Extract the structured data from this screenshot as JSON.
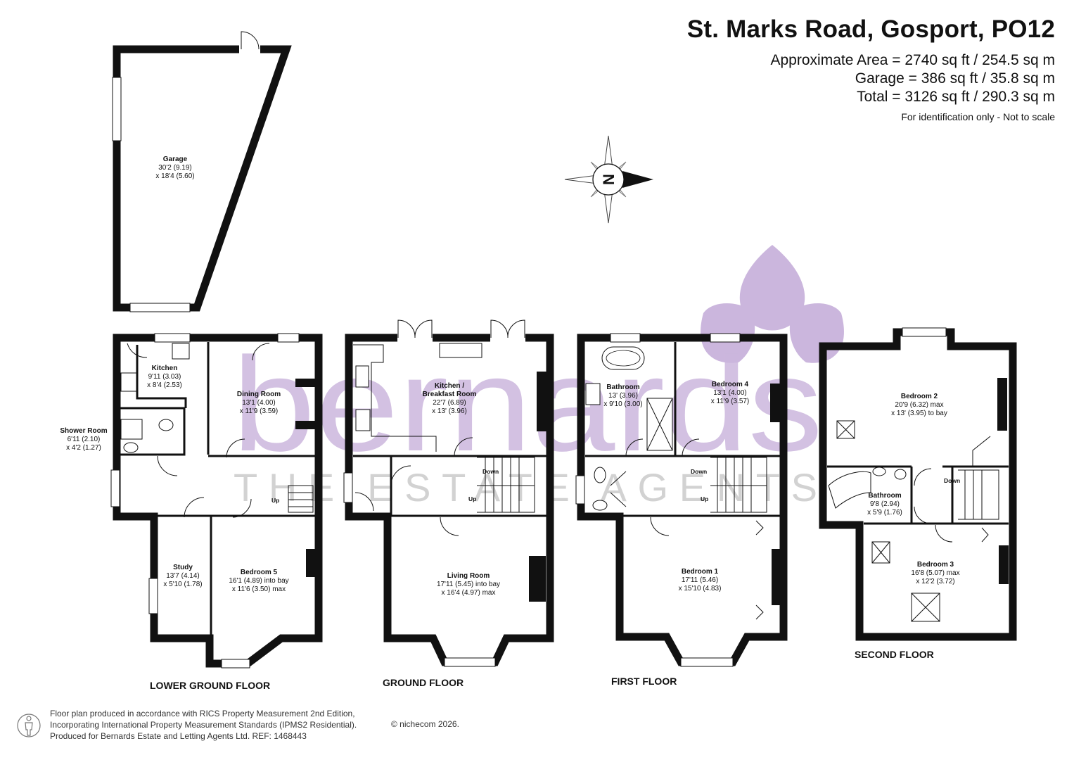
{
  "header": {
    "title": "St. Marks Road, Gosport, PO12",
    "approx_area": "Approximate Area = 2740 sq ft / 254.5 sq m",
    "garage_area": "Garage = 386 sq ft / 35.8 sq m",
    "total_area": "Total = 3126 sq ft / 290.3 sq m",
    "note": "For identification only - Not to scale"
  },
  "compass": {
    "label": "N"
  },
  "watermark": {
    "brand": "bernards",
    "tagline": "THE ESTATE AGENTS",
    "color": "#c9b4dc"
  },
  "rooms": {
    "garage": {
      "name": "Garage",
      "dim1": "30'2 (9.19)",
      "dim2": "x 18'4 (5.60)"
    },
    "kitchen": {
      "name": "Kitchen",
      "dim1": "9'11 (3.03)",
      "dim2": "x 8'4 (2.53)"
    },
    "dining": {
      "name": "Dining Room",
      "dim1": "13'1 (4.00)",
      "dim2": "x 11'9 (3.59)"
    },
    "shower": {
      "name": "Shower Room",
      "dim1": "6'11 (2.10)",
      "dim2": "x 4'2 (1.27)"
    },
    "study": {
      "name": "Study",
      "dim1": "13'7 (4.14)",
      "dim2": "x 5'10 (1.78)"
    },
    "bedroom5": {
      "name": "Bedroom 5",
      "dim1": "16'1 (4.89) into bay",
      "dim2": "x 11'6 (3.50) max"
    },
    "kitchen_breakfast": {
      "name": "Kitchen /",
      "name2": "Breakfast Room",
      "dim1": "22'7 (6.89)",
      "dim2": "x 13' (3.96)"
    },
    "living": {
      "name": "Living Room",
      "dim1": "17'11 (5.45) into bay",
      "dim2": "x 16'4 (4.97) max"
    },
    "bathroom1": {
      "name": "Bathroom",
      "dim1": "13' (3.96)",
      "dim2": "x 9'10 (3.00)"
    },
    "bedroom4": {
      "name": "Bedroom 4",
      "dim1": "13'1 (4.00)",
      "dim2": "x 11'9 (3.57)"
    },
    "bedroom1": {
      "name": "Bedroom 1",
      "dim1": "17'11 (5.46)",
      "dim2": "x 15'10 (4.83)"
    },
    "bedroom2": {
      "name": "Bedroom 2",
      "dim1": "20'9 (6.32) max",
      "dim2": "x 13' (3.95) to bay"
    },
    "bathroom2": {
      "name": "Bathroom",
      "dim1": "9'8 (2.94)",
      "dim2": "x 5'9 (1.76)"
    },
    "bedroom3": {
      "name": "Bedroom 3",
      "dim1": "16'8 (5.07) max",
      "dim2": "x 12'2 (3.72)"
    }
  },
  "stairs": {
    "up": "Up",
    "down": "Down"
  },
  "floors": {
    "lower_ground": "LOWER GROUND FLOOR",
    "ground": "GROUND FLOOR",
    "first": "FIRST FLOOR",
    "second": "SECOND FLOOR"
  },
  "footer": {
    "line1": "Floor plan produced in accordance with RICS Property Measurement 2nd Edition,",
    "line2": "Incorporating International Property Measurement Standards (IPMS2 Residential).",
    "line3": "Produced for Bernards Estate and Letting Agents Ltd.   REF:  1468443",
    "copyright": "© nichecom 2026."
  }
}
